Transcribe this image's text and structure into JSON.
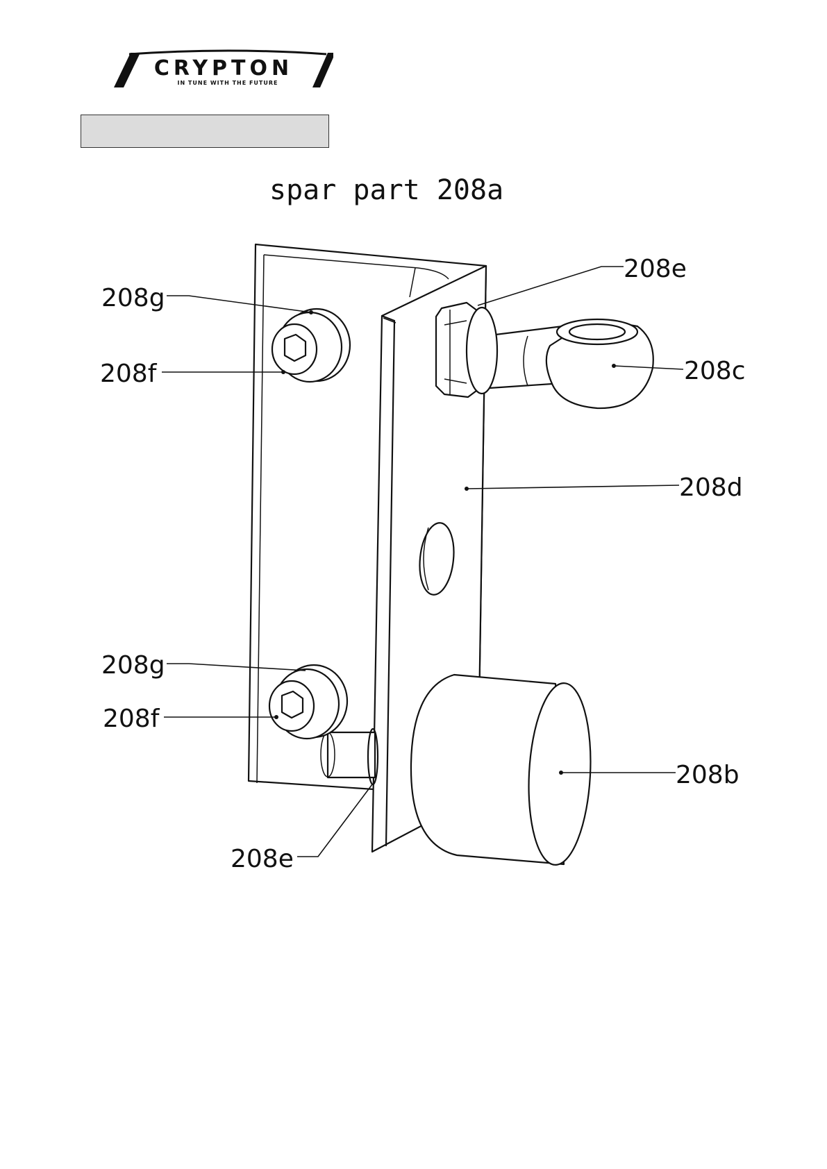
{
  "logo": {
    "brand": "CRYPTON",
    "tagline": "IN TUNE WITH THE FUTURE"
  },
  "header_box": {
    "label": ""
  },
  "drawing": {
    "title": "spar part 208a",
    "callouts": {
      "top_left_g": "208g",
      "top_left_f": "208f",
      "top_right_e": "208e",
      "right_c": "208c",
      "right_d": "208d",
      "bottom_left_g": "208g",
      "bottom_left_f": "208f",
      "bottom_right_b": "208b",
      "bottom_e": "208e"
    }
  }
}
